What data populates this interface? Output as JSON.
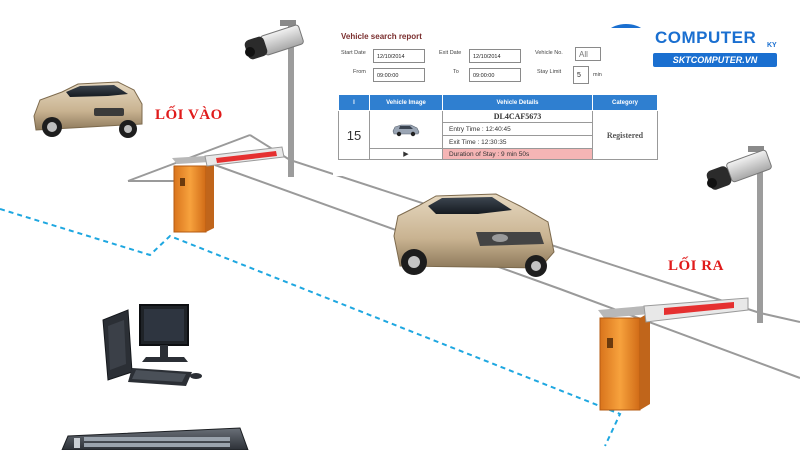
{
  "labels": {
    "entrance": "LỐI VÀO",
    "exit": "LỐI RA"
  },
  "report": {
    "title": "Vehicle search report",
    "start_date_label": "Start Date",
    "start_date_value": "12/10/2014",
    "end_date_label": "Exit Date",
    "end_date_value": "12/10/2014",
    "vehicle_no_label": "Vehicle No.",
    "vehicle_no_value": "All",
    "from_label": "From",
    "from_value": "09:00:00",
    "to_label": "To",
    "to_value": "09:00:00",
    "stay_limit_label": "Stay Limit",
    "stay_limit_value": "5",
    "stay_limit_unit": "min",
    "table": {
      "headers": [
        "I",
        "Vehicle Image",
        "Vehicle Details",
        "Category"
      ],
      "row": {
        "index": "15",
        "plate": "DL4CAF5673",
        "entry_time": "Entry Time : 12:40:45",
        "exit_time": "Exit Time : 12:30:35",
        "duration": "Duration of Stay :  9 min 50s",
        "category": "Registered",
        "play_symbol": "▶"
      }
    }
  },
  "logo": {
    "main": "COMPUTER",
    "suffix": "KY",
    "sub": "SKTCOMPUTER.VN"
  },
  "colors": {
    "label_red": "#e01b1b",
    "barrier_orange": "#f0922b",
    "dashed_blue": "#1ea7e0",
    "boundary_grey": "#9a9a9a",
    "brand_blue": "#1a6fd0"
  }
}
